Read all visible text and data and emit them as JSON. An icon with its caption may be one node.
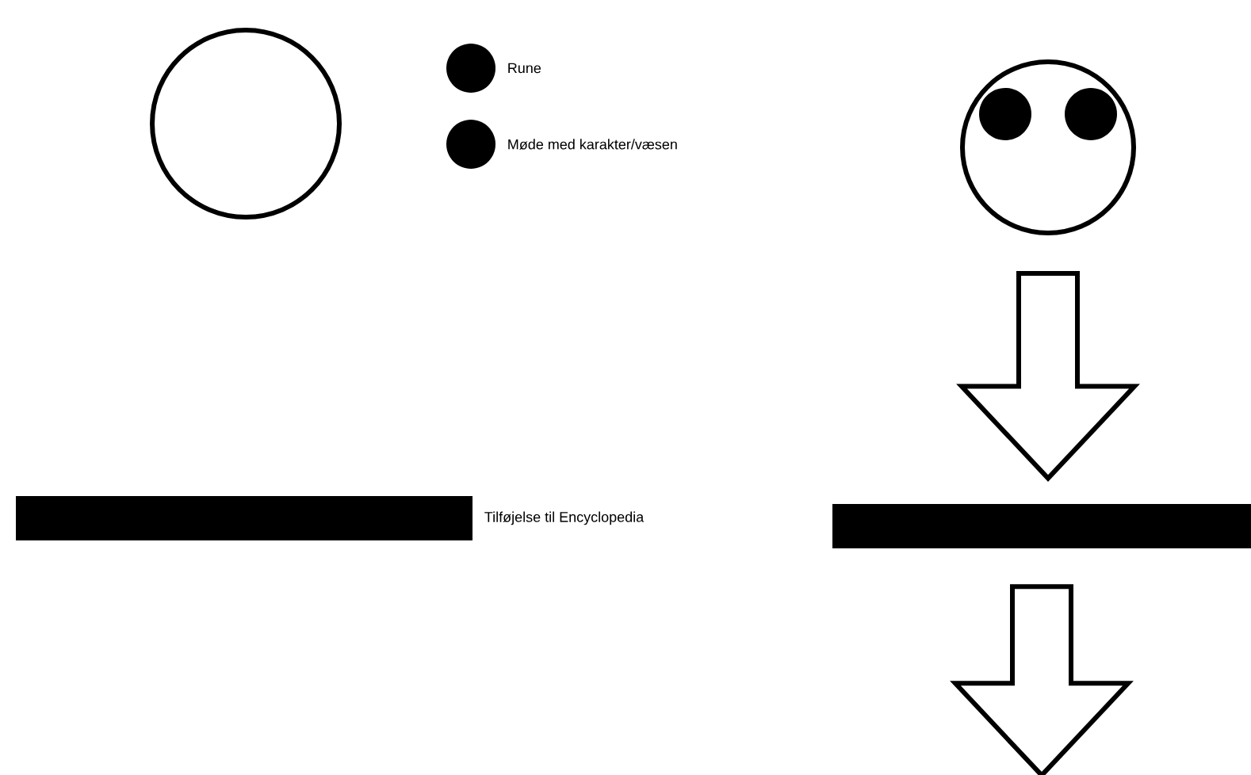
{
  "diagram": {
    "nodes": [
      {
        "text": [],
        "shape": "circle"
      },
      {
        "text": [],
        "shape": "circle",
        "beside": [
          "Rune"
        ]
      },
      {
        "text": [],
        "shape": "circle",
        "beside": [
          "Møde med karakter/væsen"
        ]
      },
      {
        "text": [],
        "shape": "bar",
        "beside": [
          "Tilføjelse til Encyclopedia"
        ]
      },
      {
        "text": [],
        "shape": "circle"
      },
      {
        "text": [],
        "shape": "circle",
        "in": 4
      },
      {
        "text": [],
        "shape": "circle",
        "in": 4
      },
      {
        "text": [],
        "shape": "bar"
      }
    ],
    "edges": [
      {
        "from": 4,
        "to": 7,
        "arrow": "to"
      },
      {
        "from": 7,
        "to": null,
        "arrow": "to"
      }
    ]
  }
}
